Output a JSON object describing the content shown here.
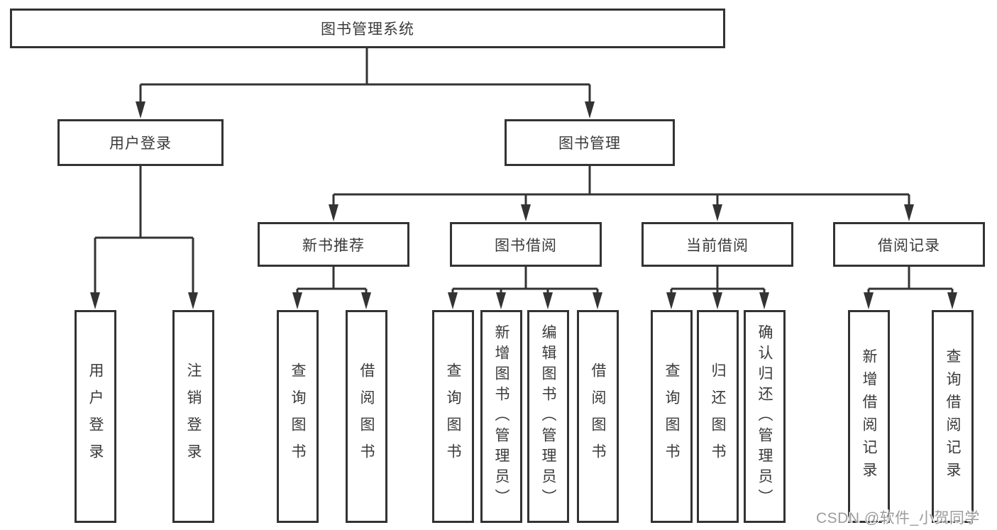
{
  "nodes": {
    "root": "图书管理系统",
    "user_login": "用户登录",
    "book_management": "图书管理",
    "new_book_recommend": "新书推荐",
    "book_borrow": "图书借阅",
    "current_borrow": "当前借阅",
    "borrow_record": "借阅记录",
    "leaf_user_login": "用户登录",
    "leaf_logout": "注销登录",
    "leaf_query_books_recommend": "查询图书",
    "leaf_borrow_books_recommend": "借阅图书",
    "leaf_query_books_borrow": "查询图书",
    "leaf_add_books_admin": "新增图书（管理员）",
    "leaf_edit_books_admin": "编辑图书（管理员）",
    "leaf_borrow_books": "借阅图书",
    "leaf_query_books_current": "查询图书",
    "leaf_return_books": "归还图书",
    "leaf_confirm_return_admin": "确认归还（管理员）",
    "leaf_add_borrow_record": "新增借阅记录",
    "leaf_query_borrow_record": "查询借阅记录"
  },
  "watermark": "CSDN @软件_小贺同学",
  "colors": {
    "line": "#333333",
    "text": "#3a3a3a",
    "watermark": "#9c9c9c",
    "background": "#ffffff"
  }
}
